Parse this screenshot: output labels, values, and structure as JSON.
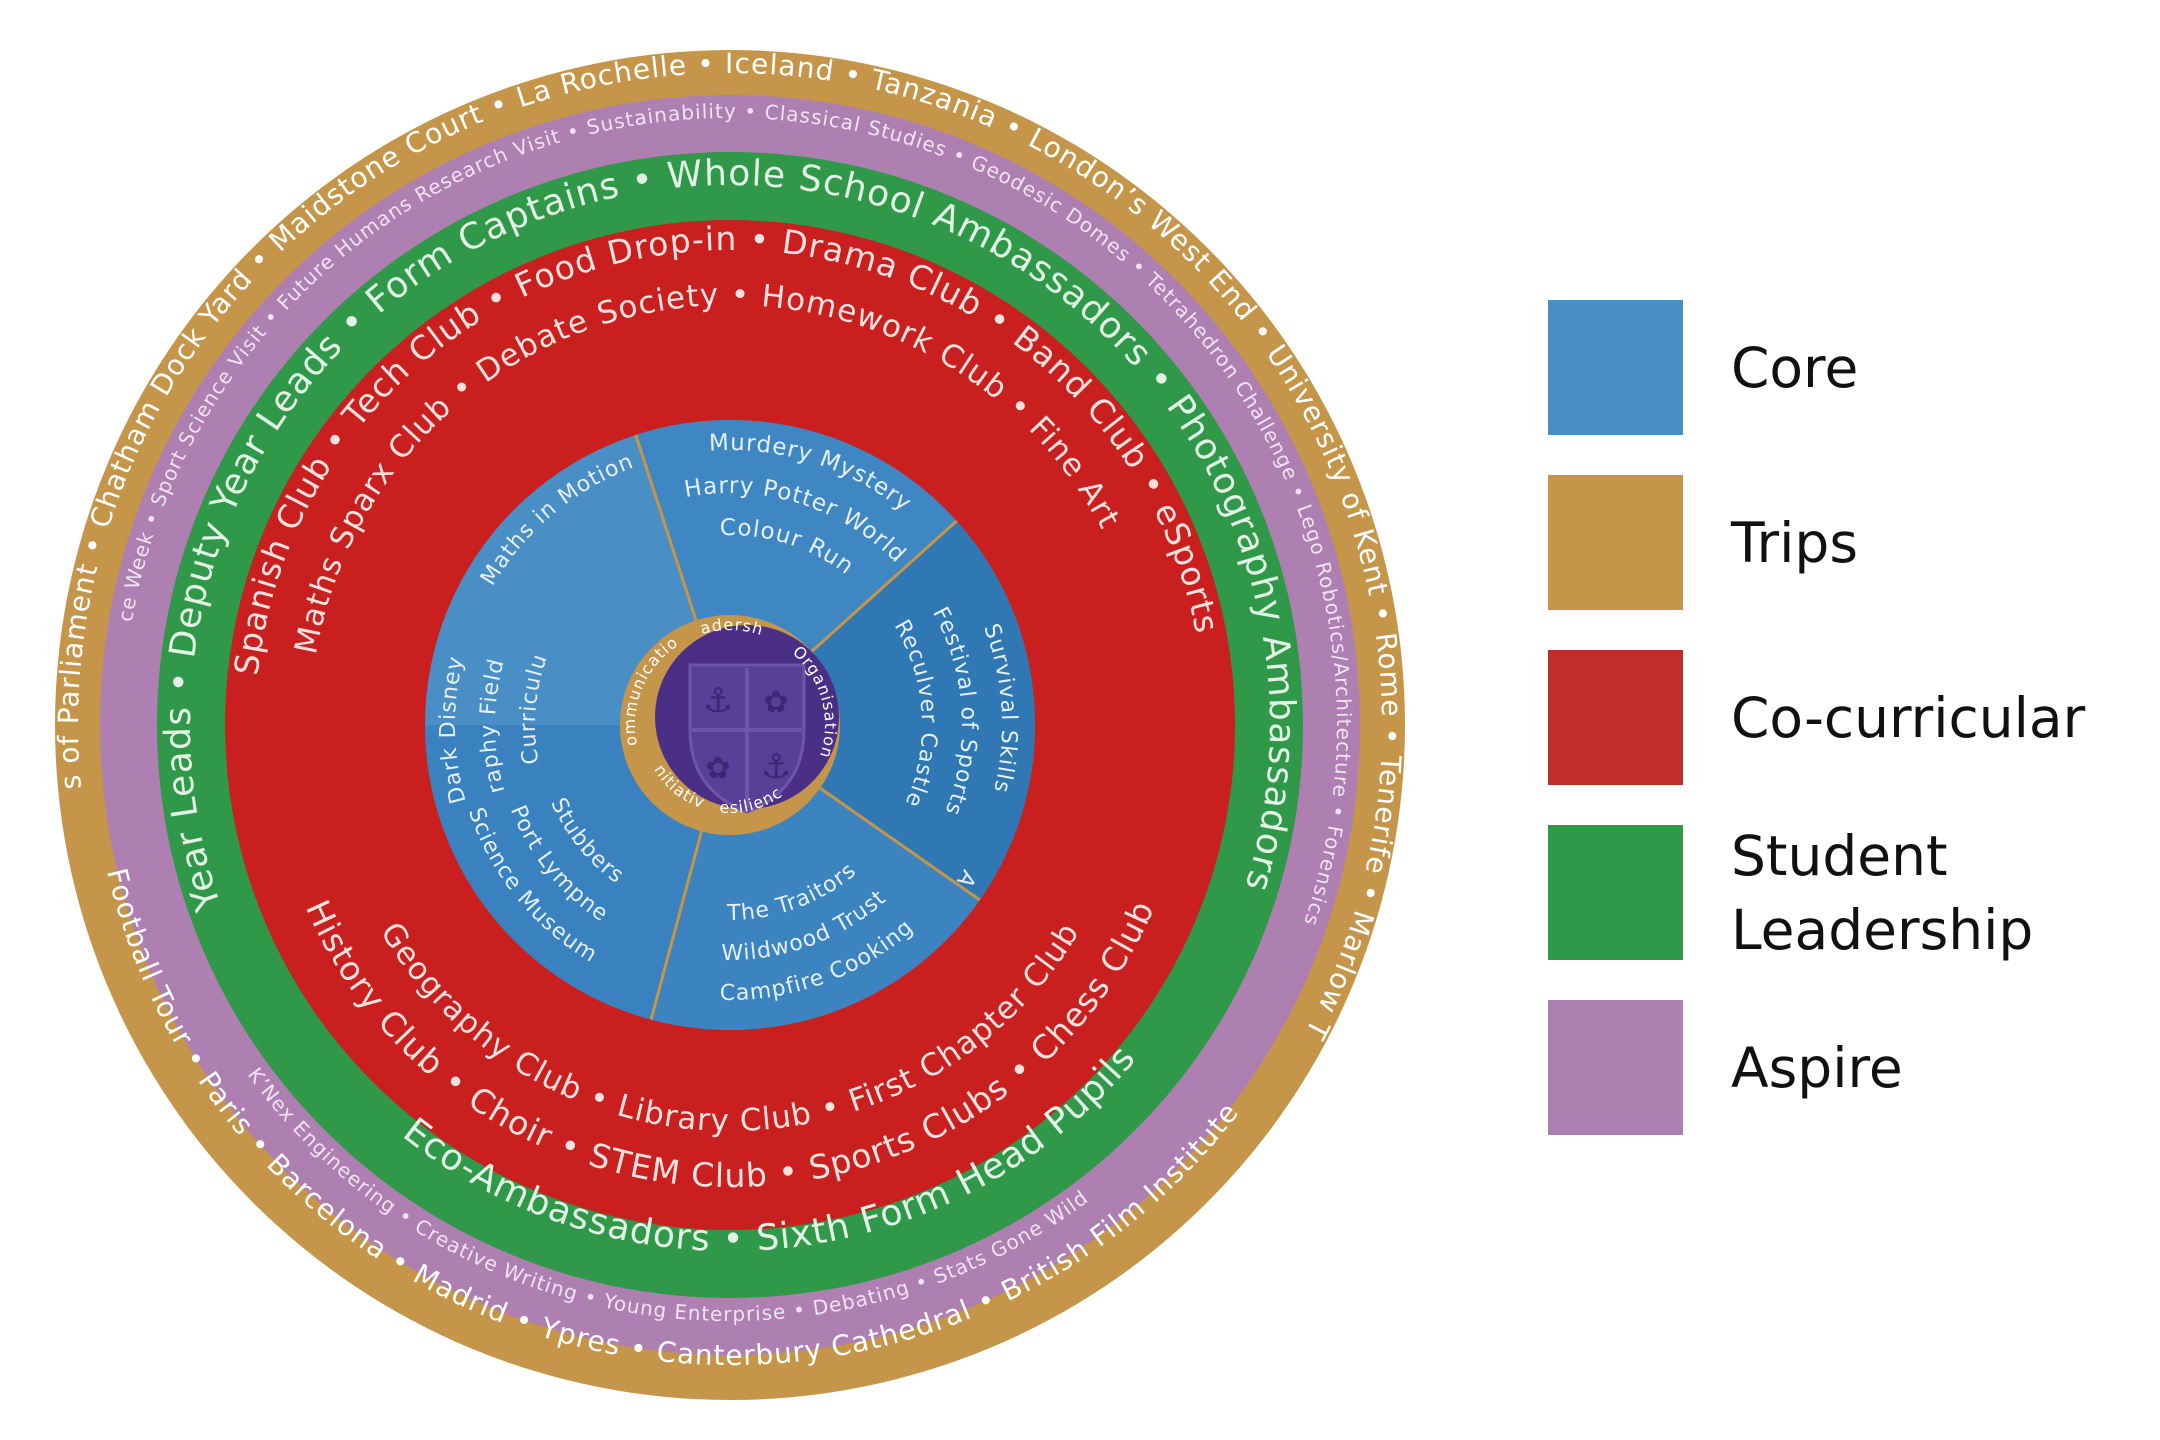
{
  "colors": {
    "trips": "#C5964A",
    "aspire": "#AE7FB1",
    "student_leadership": "#2F9849",
    "co_curricular": "#C91F1F",
    "core": "#4A8EC6",
    "core_dark": "#2F78B3",
    "center_ring": "#C5964A",
    "crest": "#4B2F86"
  },
  "legend": [
    {
      "label": "Core",
      "color": "#4A8EC6"
    },
    {
      "label": "Trips",
      "color": "#C5964A"
    },
    {
      "label": "Co-curricular",
      "color": "#BF2E28"
    },
    {
      "label": "Student Leadership",
      "color": "#2F9849"
    },
    {
      "label": "Aspire",
      "color": "#AE7FB1"
    }
  ],
  "rings": {
    "trips": {
      "items": [
        "Houses of Parliament",
        "Chatham Dock Yard",
        "Maidstone Court",
        "La Rochelle",
        "Iceland",
        "Tanzania",
        "London’s West End",
        "University of Kent",
        "Rome",
        "Tenerife",
        "Marlow Theatre",
        "Football Tour",
        "Paris",
        "Barcelona",
        "Madrid",
        "Ypres",
        "Canterbury Cathedral",
        "British Film Institute"
      ]
    },
    "aspire": {
      "items": [
        "British Science Week",
        "Sport Science Visit",
        "Future Humans Research Visit",
        "Sustainability",
        "Classical Studies",
        "Geodesic Domes",
        "Tetrahedron Challenge",
        "Lego Robotics/Architecture",
        "Forensics Investigation",
        "K’Nex Engineering",
        "Creative Writing",
        "Young Enterprise",
        "Debating",
        "Stats Gone Wild"
      ]
    },
    "student_leadership": {
      "items": [
        "Year Leads",
        "Deputy Year Leads",
        "Form Captains",
        "Whole School Ambassadors",
        "Photography Ambassadors",
        "Eco-Ambassadors",
        "Sixth Form Head Pupils"
      ]
    },
    "co_curricular_outer": {
      "items": [
        "Spanish Club",
        "Tech Club",
        "Food Drop-in",
        "Drama Club",
        "Band Club",
        "eSports",
        "History Club",
        "Choir",
        "STEM Club",
        "Sports Clubs",
        "Chess Club"
      ]
    },
    "co_curricular_inner": {
      "items": [
        "Maths Sparx Club",
        "Debate Society",
        "Homework Club",
        "Fine Art",
        "Geography Club",
        "Library Club",
        "First Chapter Club"
      ]
    }
  },
  "core_segments": [
    {
      "items": [
        "Dark Disney",
        "Geography Field Work",
        "PD Curriculum"
      ]
    },
    {
      "items": [
        "Maths in Motion"
      ]
    },
    {
      "items": [
        "Murdery Mystery",
        "Harry Potter World",
        "Colour Run"
      ]
    },
    {
      "items": [
        "Survival Skills",
        "Festival of Sports",
        "Reculver Castle"
      ]
    },
    {
      "items": [
        "Go Ape"
      ]
    },
    {
      "items": [
        "Campfire Cooking",
        "Wildwood Trust",
        "The Traitors"
      ]
    },
    {
      "items": [
        "Science Museum",
        "Port Lympne",
        "Stubbers"
      ]
    }
  ],
  "center_ring": {
    "items": [
      "Leadership",
      "Organisation",
      "Resilience",
      "Initiative",
      "Communication"
    ]
  }
}
